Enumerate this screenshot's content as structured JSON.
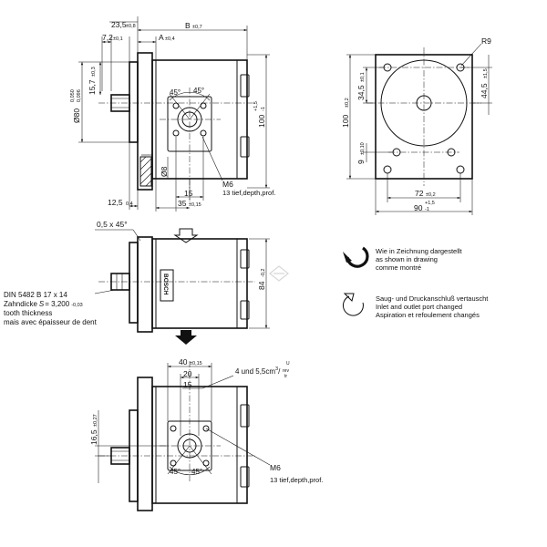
{
  "top_view": {
    "dim_23_5": "23,5",
    "tol_23_5": "±0,8",
    "dim_b": "B",
    "tol_b": "±0,7",
    "dim_7_2": "7,2",
    "tol_7_2": "±0,1",
    "dim_a": "A",
    "tol_a": "±0,4",
    "dim_d80": "Ø80",
    "tol_d80_upper": "0,050",
    "tol_d80_lower": "0,096",
    "dim_15_7": "15,7",
    "tol_15_7": "±0,3",
    "dim_100": "100",
    "tol_100_upper": "+1,5",
    "tol_100_lower": "-1",
    "angle_left": "45°",
    "angle_right": "45°",
    "dim_d8": "Ø8",
    "thread": "M6",
    "thread_depth": "13 tief,depth,prof.",
    "dim_12_5": "12,5",
    "tol_12_5": "0,4",
    "dim_15": "15",
    "dim_35": "35",
    "tol_35": "±0,15"
  },
  "front_view": {
    "radius": "R9",
    "dim_100": "100",
    "tol_100": "±0,2",
    "dim_34_5": "34,5",
    "tol_34_5": "±0,1",
    "dim_44_5": "44,5",
    "tol_44_5": "±1,5",
    "dim_9": "9",
    "tol_9": "±0,10",
    "dim_72": "72",
    "tol_72": "±0,2",
    "dim_90": "90",
    "tol_90_upper": "+1,5",
    "tol_90_lower": "-1"
  },
  "middle_view": {
    "chamfer": "0,5 x 45°",
    "dim_84": "84",
    "tol_84": "-0,2",
    "brand": "BOSCH",
    "spline_line1": "DIN 5482 B 17 x 14",
    "spline_line2_prefix": "Zahndicke",
    "spline_symbol": "S",
    "spline_line2_value": "= 3,200",
    "spline_line2_tol": "-0,03",
    "spline_line3": "tooth thickness",
    "spline_line4": "mais avec épaisseur de dent"
  },
  "legend": {
    "shown_line1": "Wie in Zeichnung dargestellt",
    "shown_line2": "as shown in drawing",
    "shown_line3": "comme montré",
    "changed_line1": "Saug- und Druckanschluß vertauscht",
    "changed_line2": "Inlet and outlet port changed",
    "changed_line3": "Aspiration et refoulement changés"
  },
  "bottom_view": {
    "dim_40": "40",
    "tol_40": "±0,15",
    "dim_20": "20",
    "dim_15": "15",
    "displacement_prefix": "4 und 5,5cm",
    "displacement_exp": "3",
    "displacement_unit_num": "U",
    "displacement_unit_den": "rev",
    "displacement_unit_den2": "tr",
    "dim_16_5": "16,5",
    "tol_16_5": "±0,27",
    "angle_left": "45°",
    "angle_right": "45°",
    "thread": "M6",
    "thread_depth": "13 tief,depth,prof."
  },
  "colors": {
    "line": "#111111",
    "background": "#ffffff",
    "watermark": "#d8d8d8"
  }
}
